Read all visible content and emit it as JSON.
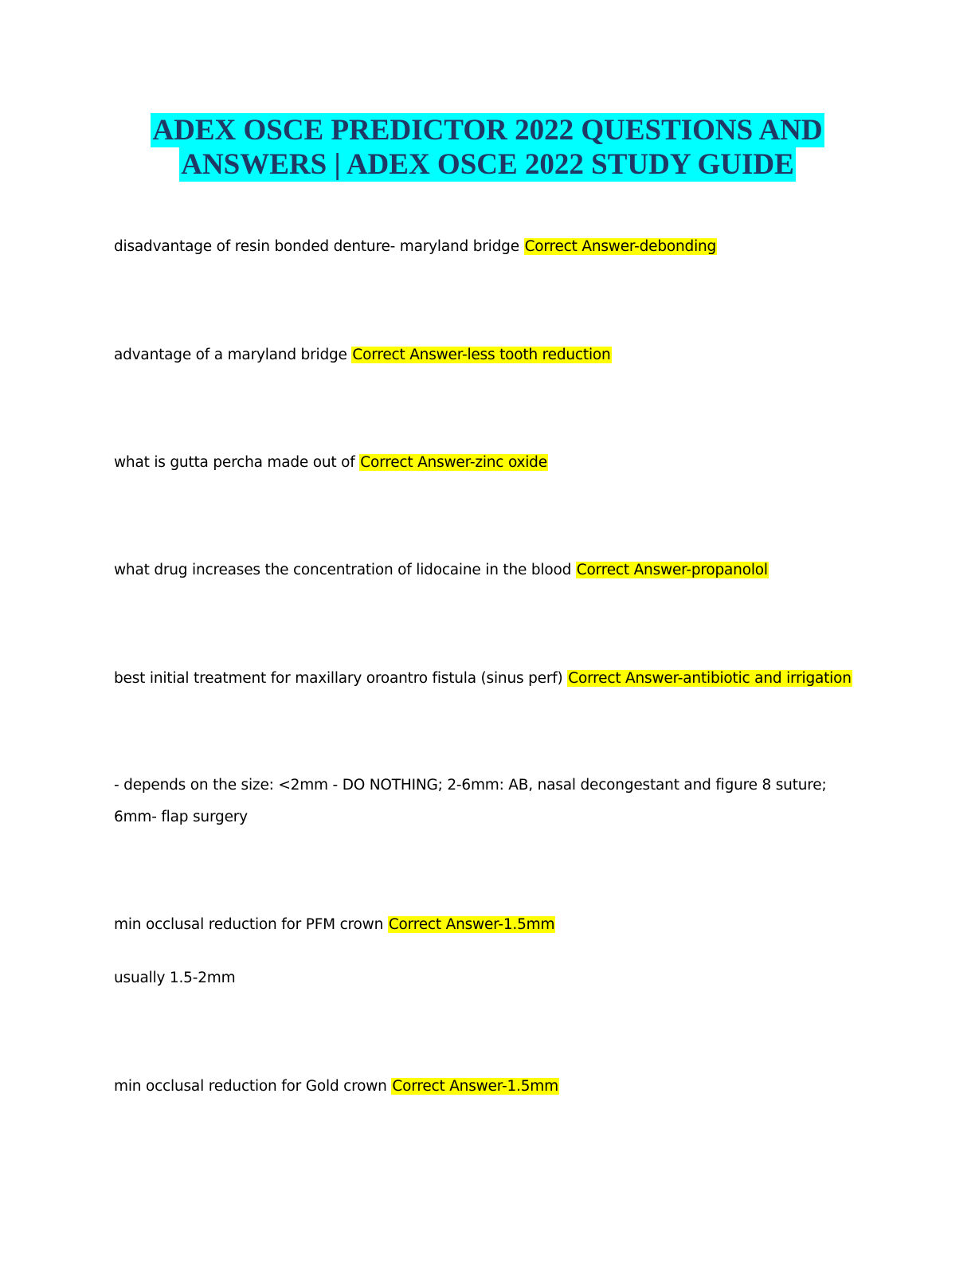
{
  "colors": {
    "title_highlight": "#00ffff",
    "title_text": "#1f3864",
    "answer_highlight": "#ffff00"
  },
  "title": {
    "line1": "ADEX OSCE PREDICTOR 2022 QUESTIONS AND",
    "line2": "ANSWERS | ADEX OSCE 2022 STUDY GUIDE"
  },
  "items": [
    {
      "question": "disadvantage of resin bonded denture- maryland bridge",
      "answer": "Correct Answer-debonding"
    },
    {
      "question": "advantage of a maryland bridge",
      "answer": "Correct Answer-less tooth reduction"
    },
    {
      "question": "what is gutta percha made out of",
      "answer": "Correct Answer-zinc oxide"
    },
    {
      "question": "what drug increases the concentration of lidocaine in the blood",
      "answer": "Correct Answer-propanolol"
    },
    {
      "question": "best initial treatment for maxillary oroantro fistula (sinus perf)",
      "answer": "Correct Answer-antibiotic and irrigation",
      "note": "- depends on the size: <2mm - DO NOTHING; 2-6mm: AB, nasal decongestant and figure 8 suture; 6mm- flap surgery"
    },
    {
      "question": "min occlusal reduction for PFM crown",
      "answer": "Correct Answer-1.5mm",
      "note": "usually 1.5-2mm"
    },
    {
      "question": "min occlusal reduction for Gold crown",
      "answer": "Correct Answer-1.5mm"
    }
  ]
}
